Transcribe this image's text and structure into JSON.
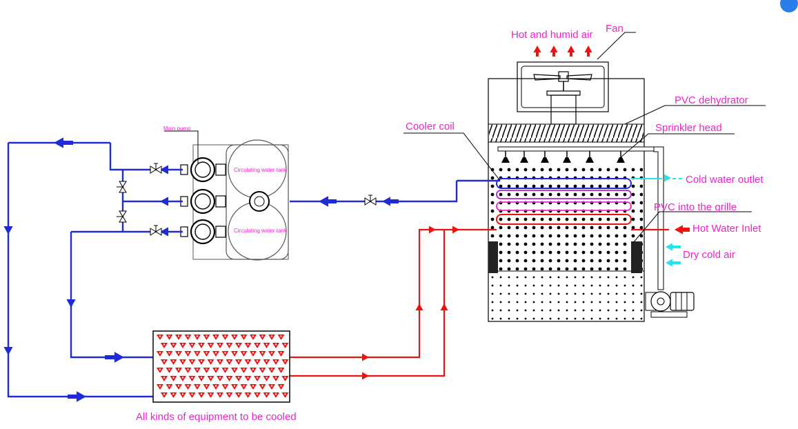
{
  "colors": {
    "label": "#ee22cc",
    "cold_pipe": "#1e2bd6",
    "hot_pipe": "#f01010",
    "cold_air": "#22e4ef",
    "line": "#000000",
    "badge": "#2b7de9"
  },
  "labels": {
    "hot_humid_air": "Hot and humid air",
    "fan": "Fan",
    "pvc_dehydrator": "PVC dehydrator",
    "cooler_coil": "Cooler coil",
    "sprinkler_head": "Sprinkler head",
    "cold_water_outlet": "Cold water outlet",
    "pvc_grille": "PVC into the grille",
    "hot_water_inlet": "Hot Water Inlet",
    "dry_cold_air": "Dry cold air",
    "main_pump": "Main pump",
    "circ_tank_top": "Circulating water tank",
    "circ_tank_bottom": "Circulating water tank",
    "equipment": "All kinds of equipment to be cooled"
  },
  "icons": {
    "fan": "fan-icon",
    "valve": "valve-icon",
    "pump": "pump-icon",
    "arrow": "flow-arrow-icon"
  }
}
